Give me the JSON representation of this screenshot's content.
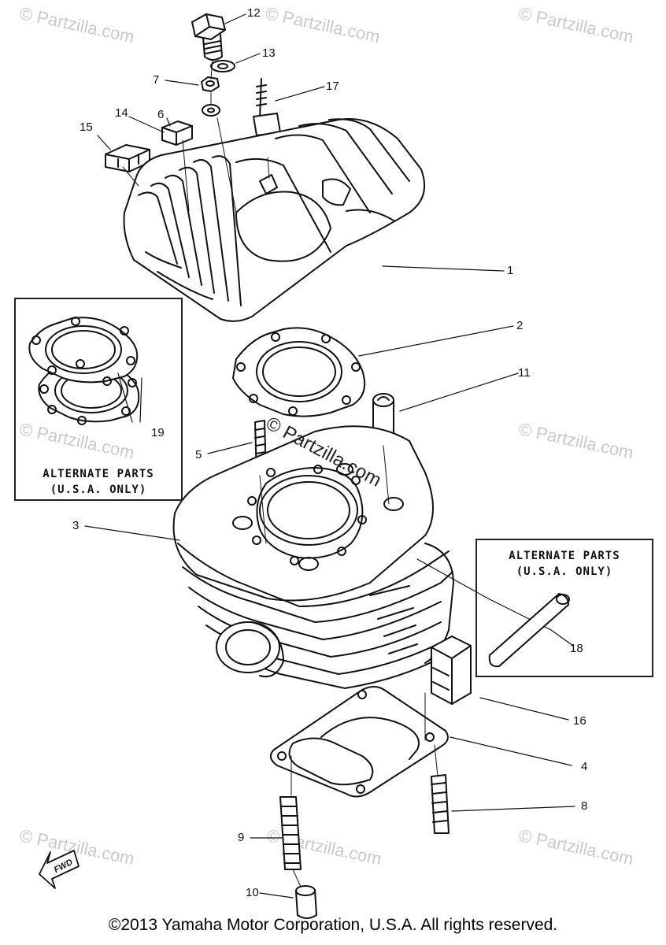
{
  "watermark": {
    "site": "© Partzilla.com",
    "center": "© Partzilla.com"
  },
  "alternate_box_left": {
    "line1": "ALTERNATE PARTS",
    "line2": "(U.S.A. ONLY)"
  },
  "alternate_box_right": {
    "line1": "ALTERNATE PARTS",
    "line2": "(U.S.A. ONLY)"
  },
  "callouts": {
    "p1": "1",
    "p2": "2",
    "p3": "3",
    "p4": "4",
    "p5": "5",
    "p6": "6",
    "p7": "7",
    "p8": "8",
    "p9": "9",
    "p10": "10",
    "p11": "11",
    "p12": "12",
    "p13": "13",
    "p14": "14",
    "p15": "15",
    "p16": "16",
    "p17": "17",
    "p18": "18",
    "p19": "19"
  },
  "fwd_label": "FWD",
  "copyright": "©2013 Yamaha Motor Corporation, U.S.A. All rights reserved."
}
